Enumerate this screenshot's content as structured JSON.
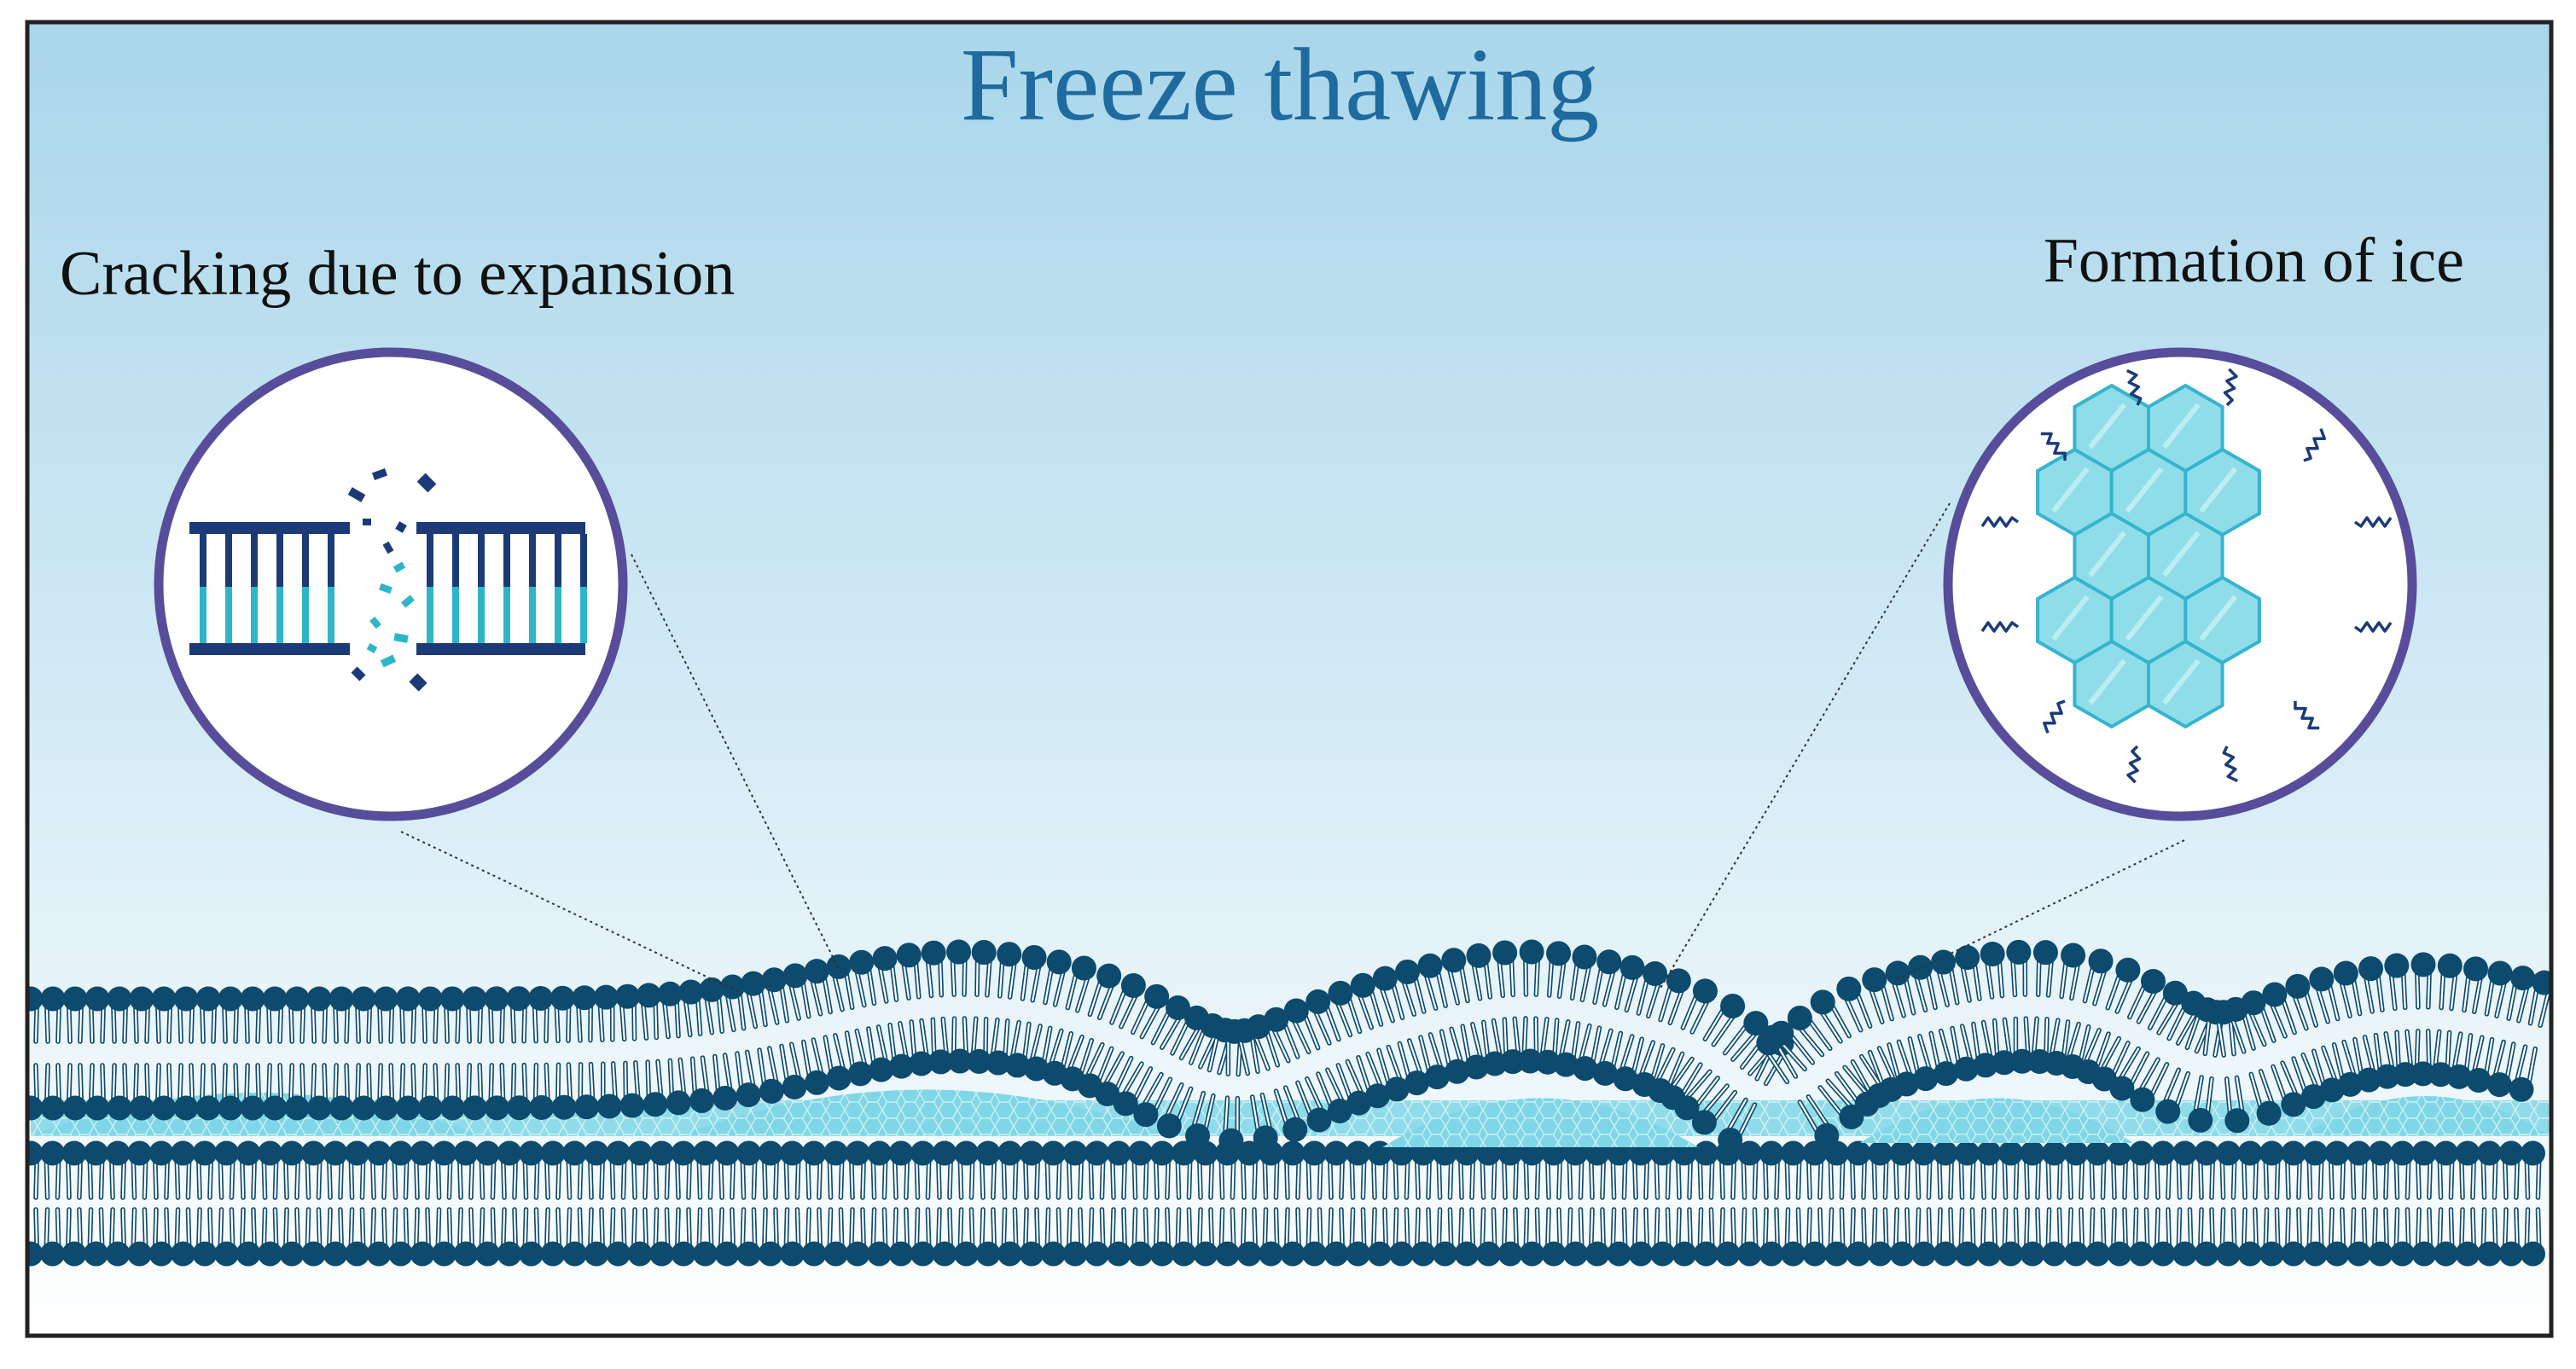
{
  "title": "Freeze thawing",
  "left_inset": {
    "label": "Cracking due to expansion",
    "icon": "cracked-bilayer-icon"
  },
  "right_inset": {
    "label": "Formation of ice",
    "icon": "ice-crystal-lattice-icon"
  },
  "colors": {
    "sky_top": "#a9d6ea",
    "sky_bottom": "#ffffff",
    "title": "#1f6a9e",
    "label": "#111111",
    "lipid_head": "#0c4a6e",
    "lipid_tail": "#ffffff",
    "ice_fill": "#7fd6e6",
    "inset_ring": "#574d9b",
    "inset_dark": "#1d3a78",
    "inset_teal": "#2eb5c9",
    "hex_fill": "#8fdde8",
    "hex_stroke": "#35b4cf",
    "frame": "#222222"
  }
}
